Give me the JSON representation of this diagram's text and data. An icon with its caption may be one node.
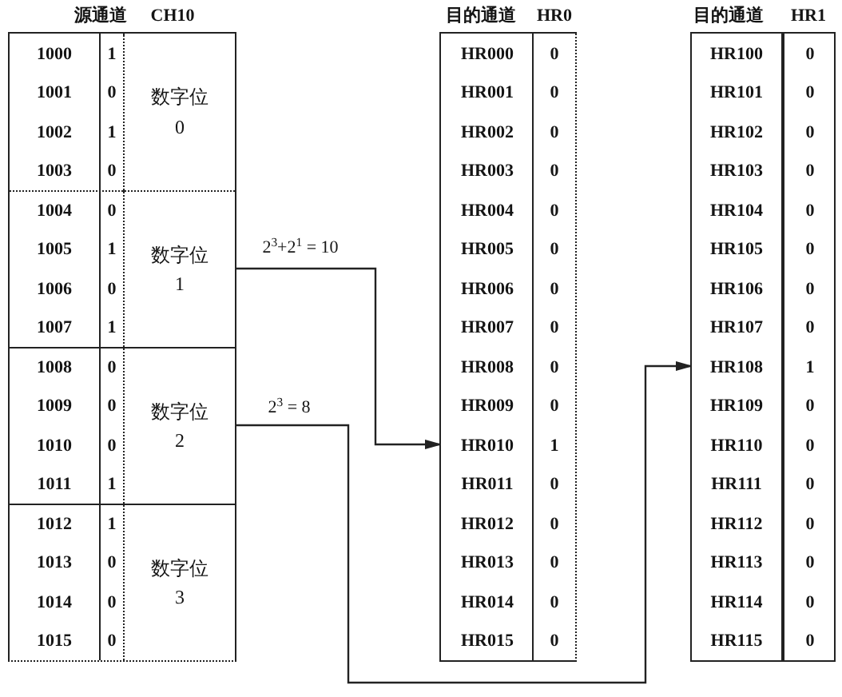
{
  "diagram": {
    "nodes": [
      {
        "text": [
          "源通道",
          "CH10"
        ]
      },
      {
        "text": [
          "数字位 0"
        ],
        "in": 0
      },
      {
        "text": [
          "数字位 1"
        ],
        "in": 0
      },
      {
        "text": [
          "数字位 2"
        ],
        "in": 0
      },
      {
        "text": [
          "数字位 3"
        ],
        "in": 0
      },
      {
        "text": [
          "目的通道",
          "HR0"
        ]
      },
      {
        "text": [
          "目的通道",
          "HR1"
        ]
      }
    ],
    "edges": [
      {
        "from": 2,
        "to": 5,
        "arrow": "to",
        "label": "2$^{3}$+2$^{1}$ = 10"
      },
      {
        "from": 3,
        "to": 6,
        "arrow": "to",
        "label": "2$^{3}$ = 8"
      }
    ],
    "labels": [
      "1000",
      "1",
      "1001",
      "0",
      "1002",
      "1",
      "1003",
      "0",
      "1004",
      "0",
      "1005",
      "1",
      "1006",
      "0",
      "1007",
      "1",
      "1008",
      "0",
      "1009",
      "0",
      "1010",
      "0",
      "1011",
      "1",
      "1012",
      "1",
      "1013",
      "0",
      "1014",
      "0",
      "1015",
      "0",
      "HR000",
      "0",
      "HR001",
      "0",
      "HR002",
      "0",
      "HR003",
      "0",
      "HR004",
      "0",
      "HR005",
      "0",
      "HR006",
      "0",
      "HR007",
      "0",
      "HR008",
      "0",
      "HR009",
      "0",
      "HR010",
      "1",
      "HR011",
      "0",
      "HR012",
      "0",
      "HR013",
      "0",
      "HR014",
      "0",
      "HR015",
      "0",
      "HR100",
      "0",
      "HR101",
      "0",
      "HR102",
      "0",
      "HR103",
      "0",
      "HR104",
      "0",
      "HR105",
      "0",
      "HR106",
      "0",
      "HR107",
      "0",
      "HR108",
      "1",
      "HR109",
      "0",
      "HR110",
      "0",
      "HR111",
      "0",
      "HR112",
      "0",
      "HR113",
      "0",
      "HR114",
      "0",
      "HR115",
      "0"
    ]
  }
}
